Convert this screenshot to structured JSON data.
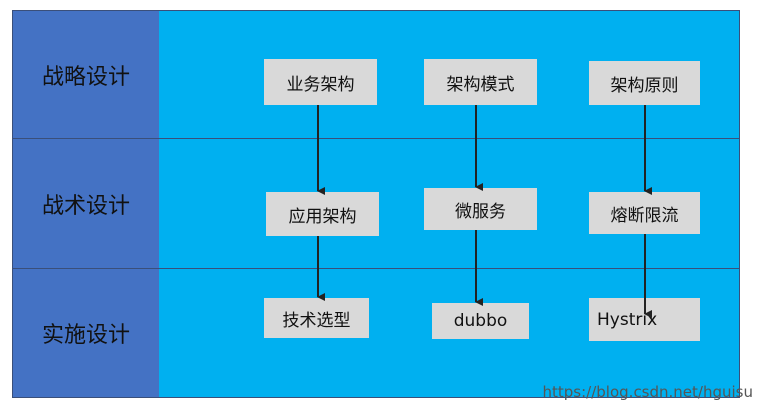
{
  "rows": [
    {
      "label": "战略设计",
      "boxes": [
        "业务架构",
        "架构模式",
        "架构原则"
      ]
    },
    {
      "label": "战术设计",
      "boxes": [
        "应用架构",
        "微服务",
        "熔断限流"
      ]
    },
    {
      "label": "实施设计",
      "boxes": [
        "技术选型",
        "dubbo",
        "Hystrix"
      ]
    }
  ],
  "watermark": "https://blog.csdn.net/hguisu",
  "colors": {
    "label_bg": "#4472c4",
    "content_bg": "#00b0f0",
    "box_bg": "#d9d9d9",
    "arrow": "#222222"
  }
}
